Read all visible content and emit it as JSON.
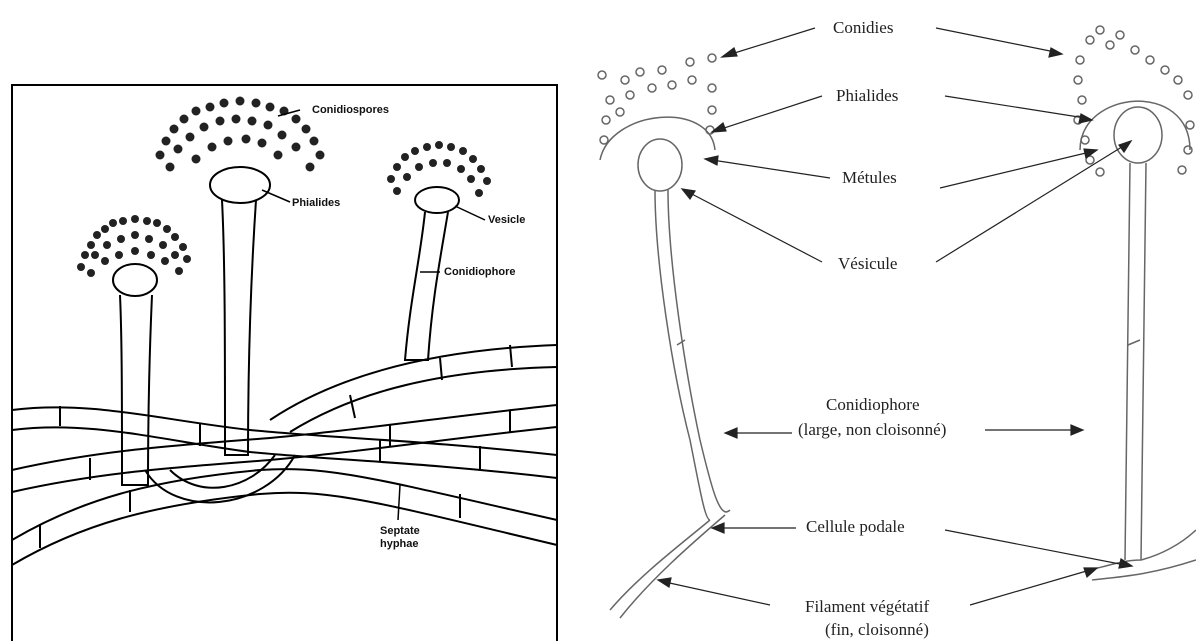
{
  "left_panel": {
    "labels": {
      "conidiospores": "Conidiospores",
      "phialides": "Phialides",
      "vesicle": "Vesicle",
      "conidiophore": "Conidiophore",
      "septate_line1": "Septate",
      "septate_line2": "hyphae"
    }
  },
  "right_panel": {
    "labels": {
      "conidies": "Conidies",
      "phialides": "Phialides",
      "metules": "Métules",
      "vesicule": "Vésicule",
      "conidiophore_line1": "Conidiophore",
      "conidiophore_line2": "(large, non cloisonné)",
      "cellule_podale": "Cellule podale",
      "filament_line1": "Filament végétatif",
      "filament_line2": "(fin, cloisonné)"
    }
  }
}
